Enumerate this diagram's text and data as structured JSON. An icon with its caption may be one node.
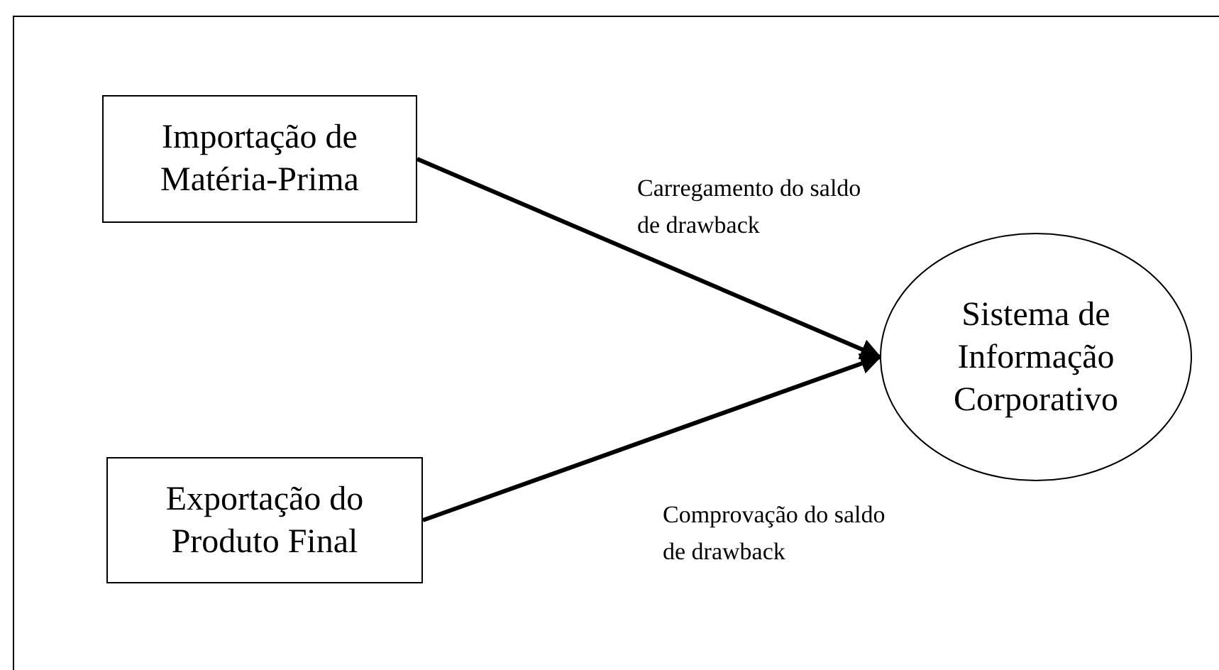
{
  "diagram": {
    "nodes": [
      {
        "text": [
          "Importação de Matéria-Prima"
        ]
      },
      {
        "text": [
          "Exportação do Produto Final"
        ]
      },
      {
        "text": [
          "Sistema de Informação Corporativo"
        ]
      }
    ],
    "edges": [
      {
        "from": 0,
        "to": 2,
        "arrow": "to",
        "label": "Carregamento do saldo de drawback"
      },
      {
        "from": 1,
        "to": 2,
        "arrow": "to",
        "label": "Comprovação do saldo de drawback"
      }
    ]
  }
}
